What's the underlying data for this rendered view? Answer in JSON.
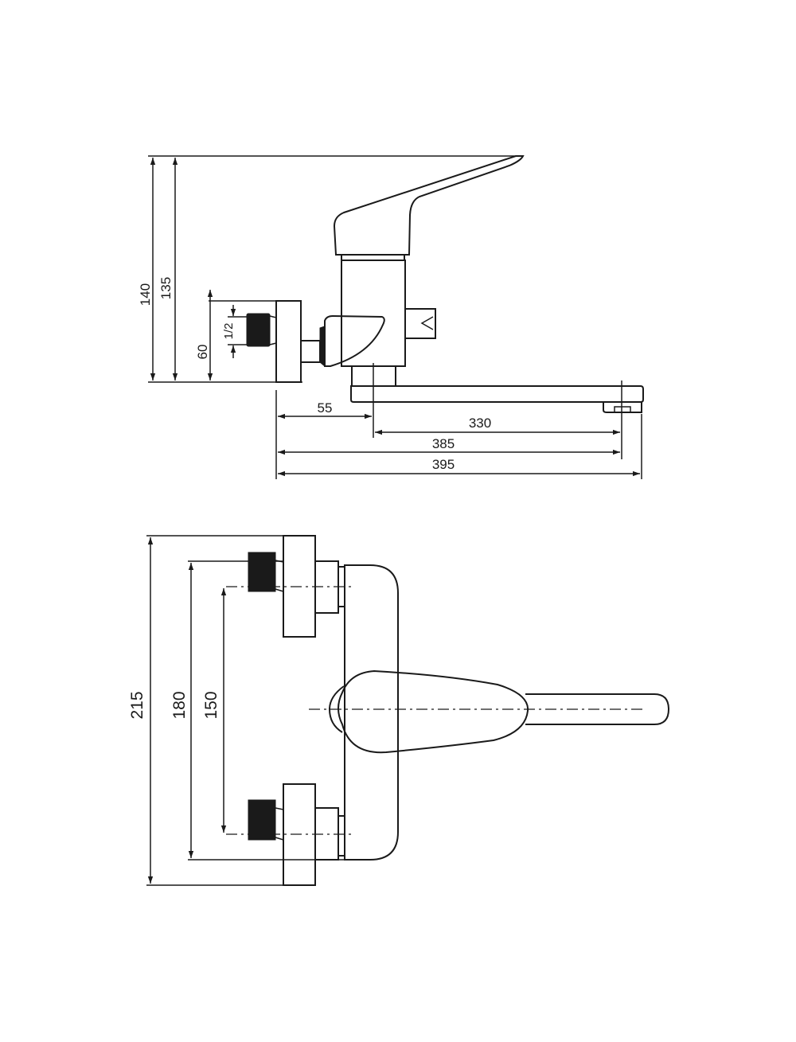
{
  "side_view": {
    "dims": {
      "height_total": "140",
      "height_lever": "135",
      "height_inlet": "60",
      "thread": "1/2",
      "wall_to_body": "55",
      "spout_reach": "330",
      "wall_to_outlet": "385",
      "overall_length": "395"
    }
  },
  "top_view": {
    "dims": {
      "overall_width": "215",
      "plate_spacing": "180",
      "inlet_centers": "150"
    }
  },
  "colors": {
    "line": "#1a1a1a",
    "background": "#ffffff"
  }
}
